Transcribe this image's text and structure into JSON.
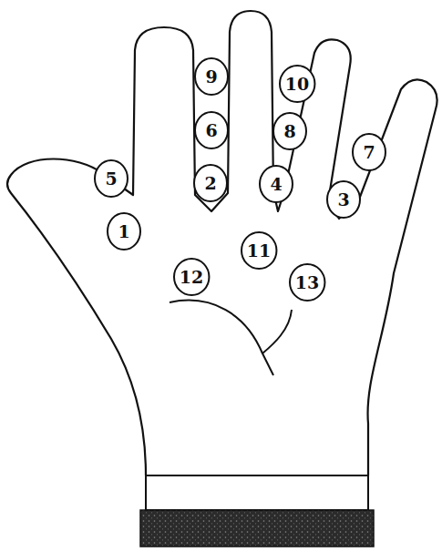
{
  "diagram": {
    "nodes": [
      {
        "text": [
          "9"
        ]
      },
      {
        "text": [
          "10"
        ]
      },
      {
        "text": [
          "6"
        ]
      },
      {
        "text": [
          "8"
        ]
      },
      {
        "text": [
          "7"
        ]
      },
      {
        "text": [
          "5"
        ]
      },
      {
        "text": [
          "2"
        ]
      },
      {
        "text": [
          "4"
        ]
      },
      {
        "text": [
          "3"
        ]
      },
      {
        "text": [
          "1"
        ]
      },
      {
        "text": [
          "11"
        ]
      },
      {
        "text": [
          "12"
        ]
      },
      {
        "text": [
          "13"
        ]
      }
    ]
  }
}
